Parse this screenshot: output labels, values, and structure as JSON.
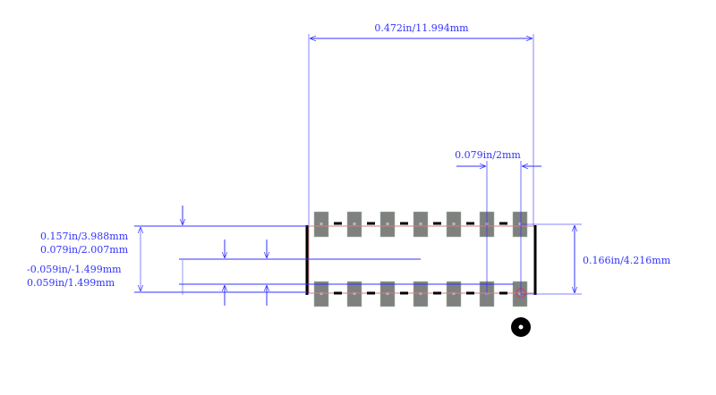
{
  "dimensions": {
    "overall_width": "0.472in/11.994mm",
    "pitch": "0.079in/2mm",
    "overall_height": "0.166in/4.216mm",
    "body_height_a": "0.157in/3.988mm",
    "body_height_b": "0.079in/2.007mm",
    "offset_a": "-0.059in/-1.499mm",
    "offset_b": "0.059in/1.499mm"
  },
  "colors": {
    "dimension": "#3333ff",
    "pad": "#808080",
    "outline": "#d08080",
    "silkscreen": "#000000"
  },
  "pads_per_row": 7
}
